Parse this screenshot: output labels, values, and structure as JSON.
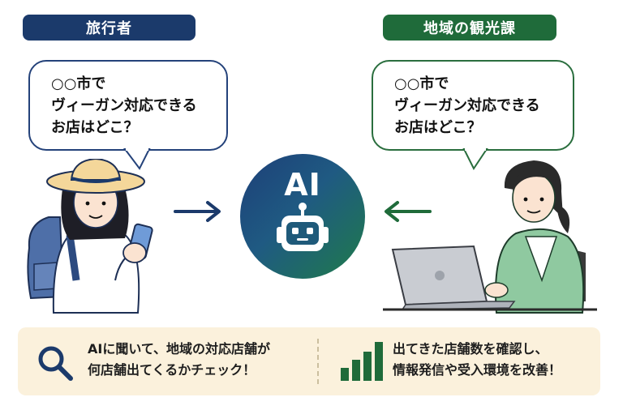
{
  "traveler": {
    "label": "旅行者",
    "bubble_lines": [
      "○○市で",
      "ヴィーガン対応できる",
      "お店はどこ？"
    ]
  },
  "tourism_dept": {
    "label": "地域の観光課",
    "bubble_lines": [
      "○○市で",
      "ヴィーガン対応できる",
      "お店はどこ？"
    ]
  },
  "ai": {
    "label": "AI"
  },
  "bottom": {
    "left_lines": [
      "AIに聞いて、地域の対応店舗が",
      "何店舗出てくるかチェック！"
    ],
    "right_lines": [
      "出てきた店舗数を確認し、",
      "情報発信や受入環境を改善！"
    ],
    "left_icon": "search-icon",
    "right_icon": "bar-chart-icon"
  },
  "colors": {
    "navy": "#1b3a6b",
    "green": "#1f6b3a",
    "beige": "#fbf1dc"
  }
}
